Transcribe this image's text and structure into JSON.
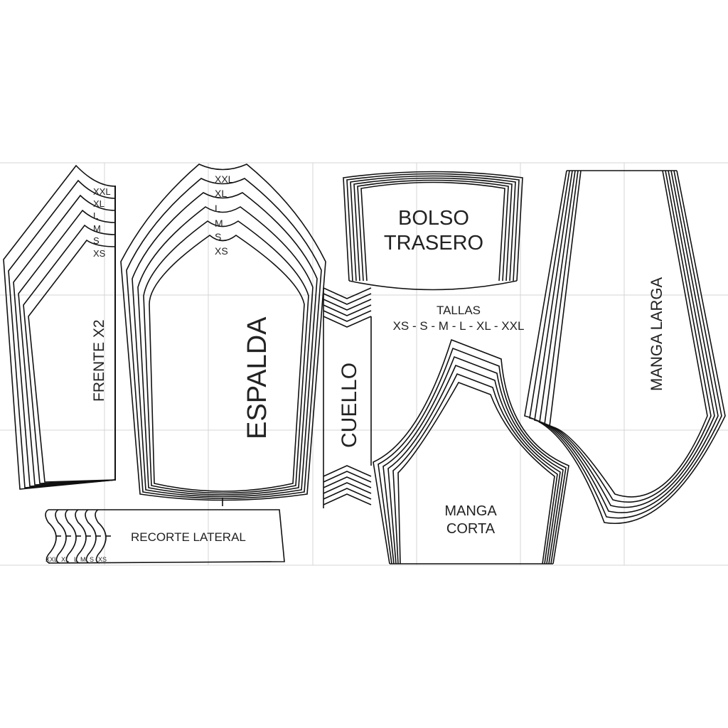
{
  "pieces": {
    "frente": {
      "label": "FRENTE X2"
    },
    "espalda": {
      "label": "ESPALDA"
    },
    "bolso": {
      "line1": "BOLSO",
      "line2": "TRASERO"
    },
    "cuello": {
      "label": "CUELLO"
    },
    "manga_corta": {
      "line1": "MANGA",
      "line2": "CORTA"
    },
    "manga_larga": {
      "label": "MANGA LARGA"
    },
    "recorte": {
      "label": "RECORTE LATERAL"
    }
  },
  "tallas": {
    "title": "TALLAS",
    "list": "XS - S - M - L - XL - XXL"
  },
  "sizes": [
    "XXL",
    "XL",
    "L",
    "M",
    "S",
    "XS"
  ],
  "colors": {
    "line": "#111111",
    "grid": "#d4d4d4"
  }
}
